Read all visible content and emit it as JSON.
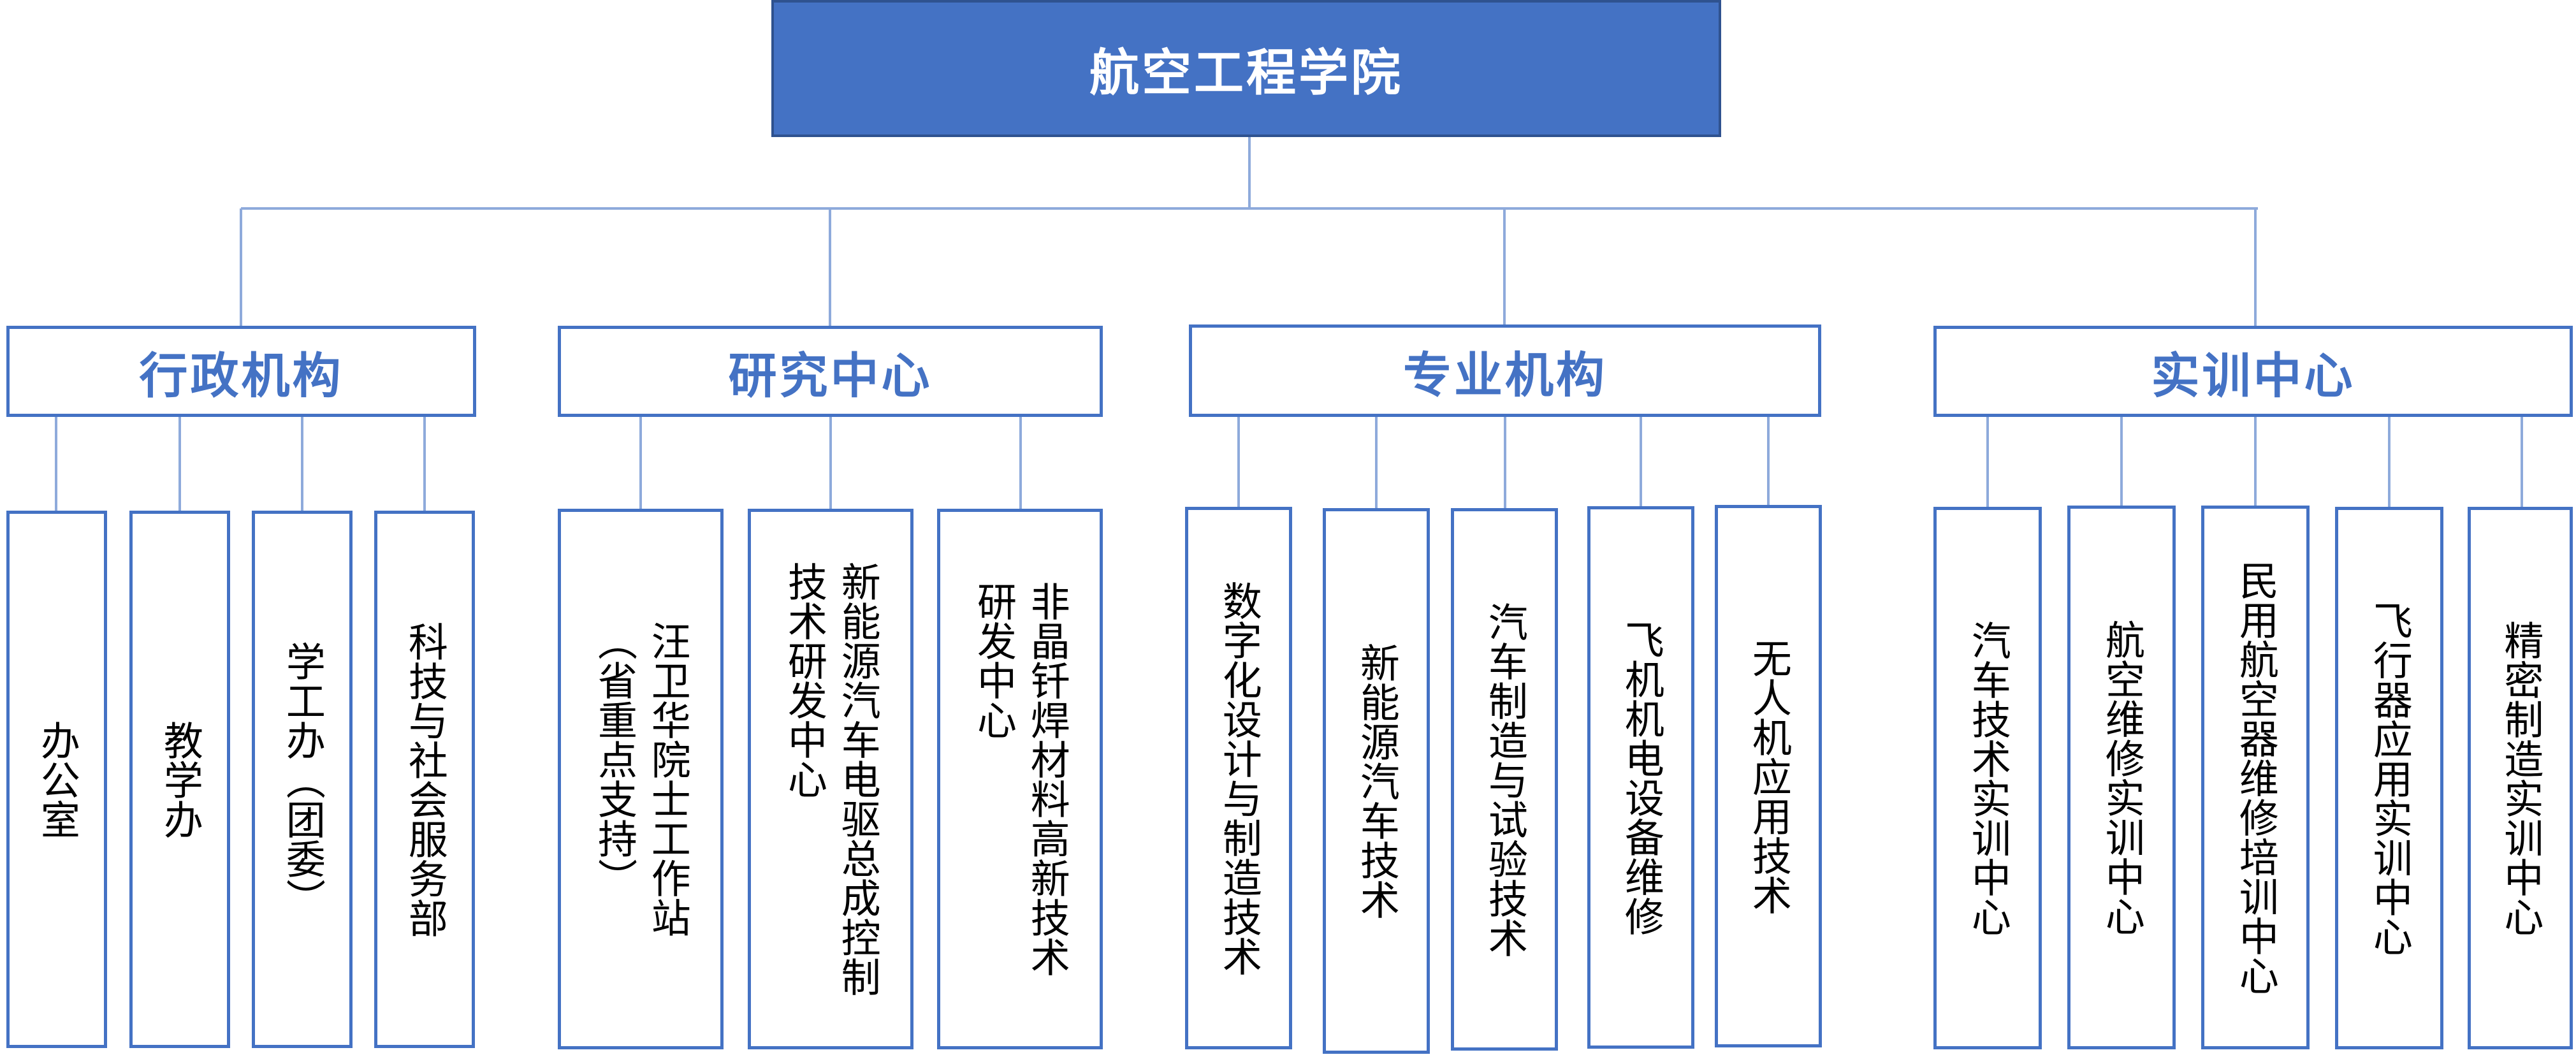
{
  "root": {
    "label": "航空工程学院"
  },
  "categories": [
    {
      "label": "行政机构",
      "children": [
        "办公室",
        "教学办",
        "学工办（团委）",
        "科技与社会服务部"
      ]
    },
    {
      "label": "研究中心",
      "children": [
        "汪卫华院士工作站\n（省重点支持）",
        "新能源汽车电驱总成控制\n技术研发中心",
        "非晶钎焊材料高新技术\n研发中心"
      ]
    },
    {
      "label": "专业机构",
      "children": [
        "数字化设计与制造技术",
        "新能源汽车技术",
        "汽车制造与试验技术",
        "飞机机电设备维修",
        "无人机应用技术"
      ]
    },
    {
      "label": "实训中心",
      "children": [
        "汽车技术实训中心",
        "航空维修实训中心",
        "民用航空器维修培训中心",
        "飞行器应用实训中心",
        "精密制造实训中心"
      ]
    }
  ],
  "colors": {
    "root_fill": "#4472c4",
    "root_border": "#2f528f",
    "accent": "#4472c4",
    "connector": "#8eaadb",
    "leaf_text": "#000000"
  }
}
